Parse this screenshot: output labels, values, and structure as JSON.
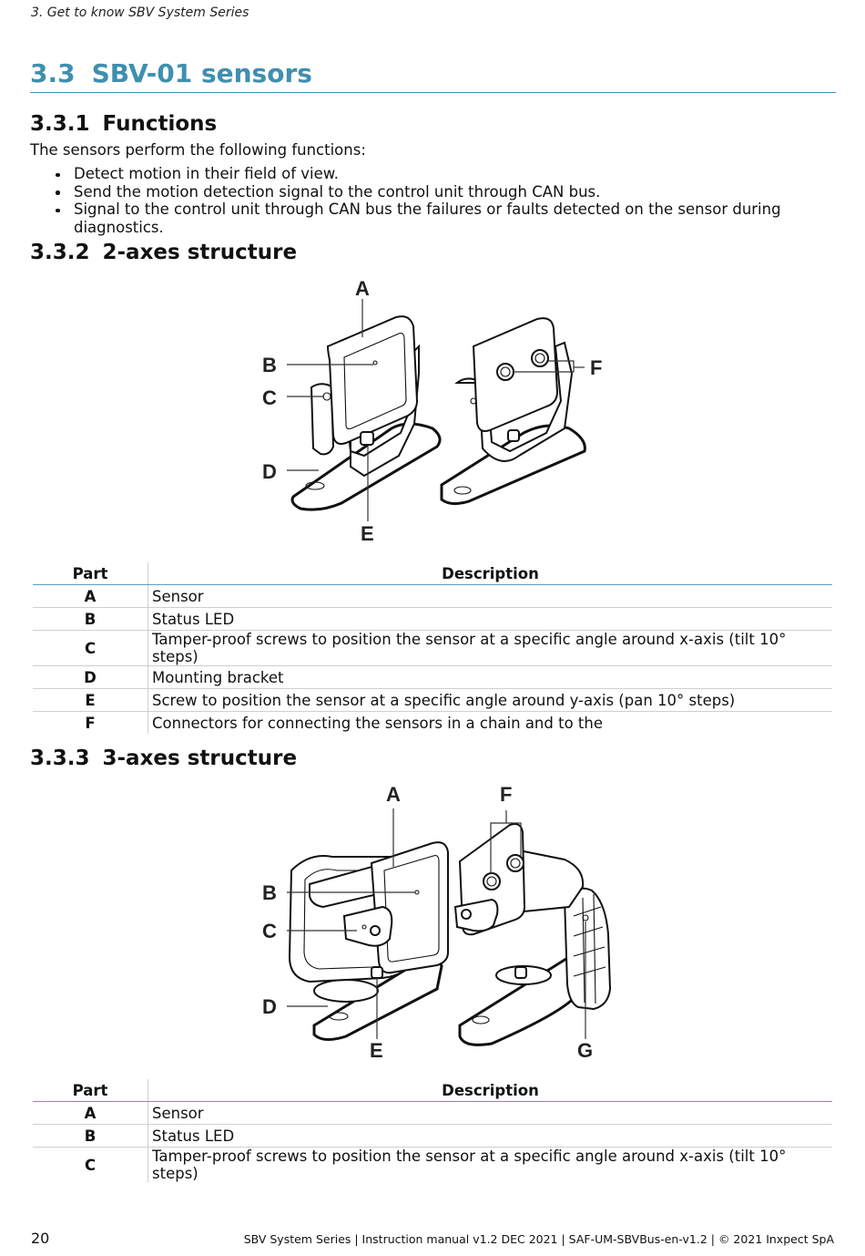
{
  "header": {
    "running_title": "3.  Get to know SBV System Series"
  },
  "section": {
    "number": "3.3",
    "title": "SBV-01 sensors"
  },
  "functions": {
    "number": "3.3.1",
    "title": "Functions",
    "intro": "The sensors perform the following functions:",
    "items": [
      "Detect motion in their field of view.",
      "Send the motion detection signal to the control unit through CAN bus.",
      "Signal to the control unit through CAN bus the failures or faults detected on the sensor during diagnostics."
    ]
  },
  "two_axes": {
    "number": "3.3.2",
    "title": "2-axes structure",
    "figure_labels": {
      "a": "A",
      "b": "B",
      "c": "C",
      "d": "D",
      "e": "E",
      "f": "F"
    },
    "table": {
      "headers": {
        "part": "Part",
        "description": "Description"
      },
      "rows": [
        {
          "part": "A",
          "description": "Sensor"
        },
        {
          "part": "B",
          "description": "Status LED"
        },
        {
          "part": "C",
          "description": "Tamper-proof screws to position the sensor at a specific angle around x-axis (tilt 10° steps)"
        },
        {
          "part": "D",
          "description": "Mounting bracket"
        },
        {
          "part": "E",
          "description": "Screw to position the sensor at a specific angle around y-axis (pan 10° steps)"
        },
        {
          "part": "F",
          "description": "Connectors for connecting the sensors in a chain and to the"
        }
      ]
    }
  },
  "three_axes": {
    "number": "3.3.3",
    "title": "3-axes structure",
    "figure_labels": {
      "a": "A",
      "b": "B",
      "c": "C",
      "d": "D",
      "e": "E",
      "f": "F",
      "g": "G"
    },
    "table": {
      "headers": {
        "part": "Part",
        "description": "Description"
      },
      "rows": [
        {
          "part": "A",
          "description": "Sensor"
        },
        {
          "part": "B",
          "description": "Status LED"
        },
        {
          "part": "C",
          "description": "Tamper-proof screws to position the sensor at a specific angle around x-axis (tilt 10° steps)"
        }
      ]
    }
  },
  "footer": {
    "page_number": "20",
    "info": "SBV System Series | Instruction manual v1.2 DEC 2021 | SAF-UM-SBVBus-en-v1.2 | © 2021 Inxpect SpA"
  }
}
